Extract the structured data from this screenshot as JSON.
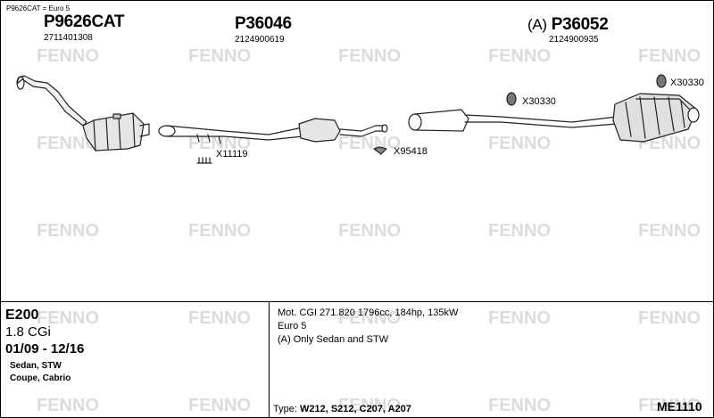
{
  "header_note": "P9626CAT = Euro 5",
  "watermark": "FENNO",
  "parts": [
    {
      "part_number": "P9626CAT",
      "oe_number": "2711401308"
    },
    {
      "part_number": "P36046",
      "oe_number": "2124900619"
    },
    {
      "part_number": "P36052",
      "prefix": "(A)",
      "oe_number": "2124900935"
    }
  ],
  "clamps": [
    "X30330",
    "X30330",
    "X11119",
    "X95418"
  ],
  "vehicle": {
    "model": "E200",
    "engine": "1.8 CGi",
    "years": "01/09 - 12/16",
    "body_types": [
      "Sedan, STW",
      "Coupe, Cabrio"
    ]
  },
  "specs": {
    "lines": [
      "Mot. CGI 271.820 1796cc, 184hp, 135kW",
      "Euro 5",
      "(A) Only Sedan and STW"
    ],
    "type_label": "Type:",
    "type_value": "W212, S212, C207, A207"
  },
  "reference_code": "ME1110"
}
